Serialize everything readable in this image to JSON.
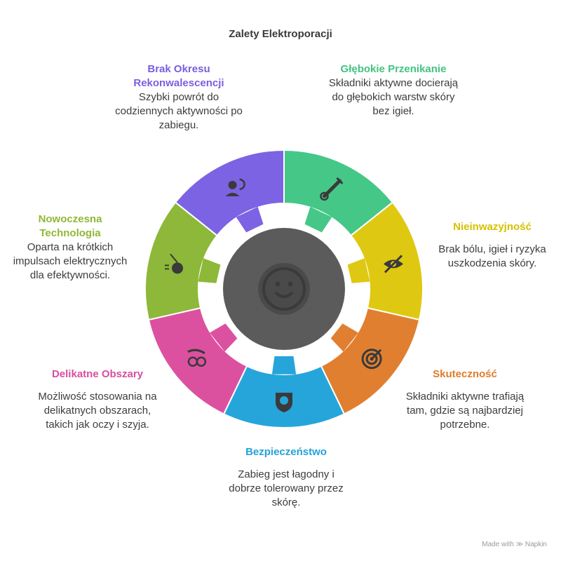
{
  "title": "Zalety Elektroporacji",
  "center_icon": "smiley-icon",
  "segments": [
    {
      "id": "glebokie",
      "title": "Głębokie Przenikanie",
      "description": "Składniki aktywne docierają do głębokich warstw skóry bez igieł.",
      "color": "#45c788",
      "icon": "syringe-icon"
    },
    {
      "id": "nieinwazyjnosc",
      "title": "Nieinwazyjność",
      "description": "Brak bólu, igieł i ryzyka uszkodzenia skóry.",
      "color": "#dfc812",
      "icon": "eye-off-icon"
    },
    {
      "id": "skutecznosc",
      "title": "Skuteczność",
      "description": "Składniki aktywne trafiają tam, gdzie są najbardziej potrzebne.",
      "color": "#e17f30",
      "icon": "target-icon"
    },
    {
      "id": "bezpieczenstwo",
      "title": "Bezpieczeństwo",
      "description": "Zabieg jest łagodny i dobrze tolerowany przez skórę.",
      "color": "#26a5da",
      "icon": "shield-face-icon"
    },
    {
      "id": "delikatne",
      "title": "Delikatne Obszary",
      "description": "Możliwość stosowania na delikatnych obszarach, takich jak oczy i szyja.",
      "color": "#dc519f",
      "icon": "care-hand-icon"
    },
    {
      "id": "nowoczesna",
      "title": "Nowoczesna Technologia",
      "description": "Oparta na krótkich impulsach elektrycznych dla efektywności.",
      "color": "#8db839",
      "icon": "wrecking-ball-icon"
    },
    {
      "id": "brak",
      "title": "Brak Okresu Rekonwalescencji",
      "description": "Szybki powrót do codziennych aktywności po zabiegu.",
      "color": "#7c63e3",
      "icon": "person-refresh-icon"
    }
  ],
  "footer": "Made with ≫ Napkin"
}
